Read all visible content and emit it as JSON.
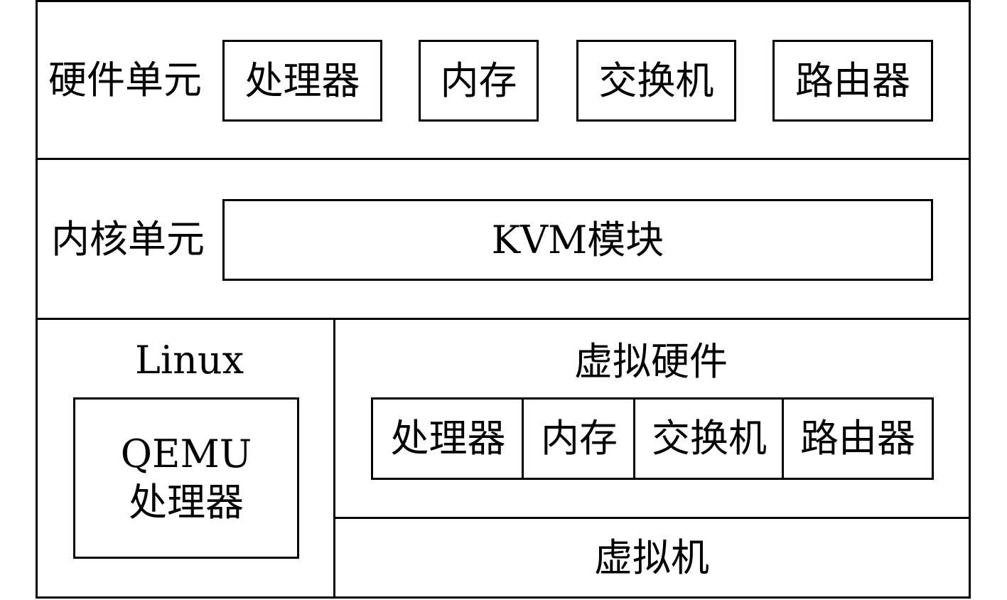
{
  "hardware": {
    "label": "硬件单元",
    "items": [
      "处理器",
      "内存",
      "交换机",
      "路由器"
    ]
  },
  "kernel": {
    "label": "内核单元",
    "module": "KVM模块"
  },
  "linux": {
    "label": "Linux",
    "qemu_line1": "QEMU",
    "qemu_line2": "处理器"
  },
  "virtual_hardware": {
    "label": "虚拟硬件",
    "items": [
      "处理器",
      "内存",
      "交换机",
      "路由器"
    ]
  },
  "vm": {
    "label": "虚拟机"
  }
}
